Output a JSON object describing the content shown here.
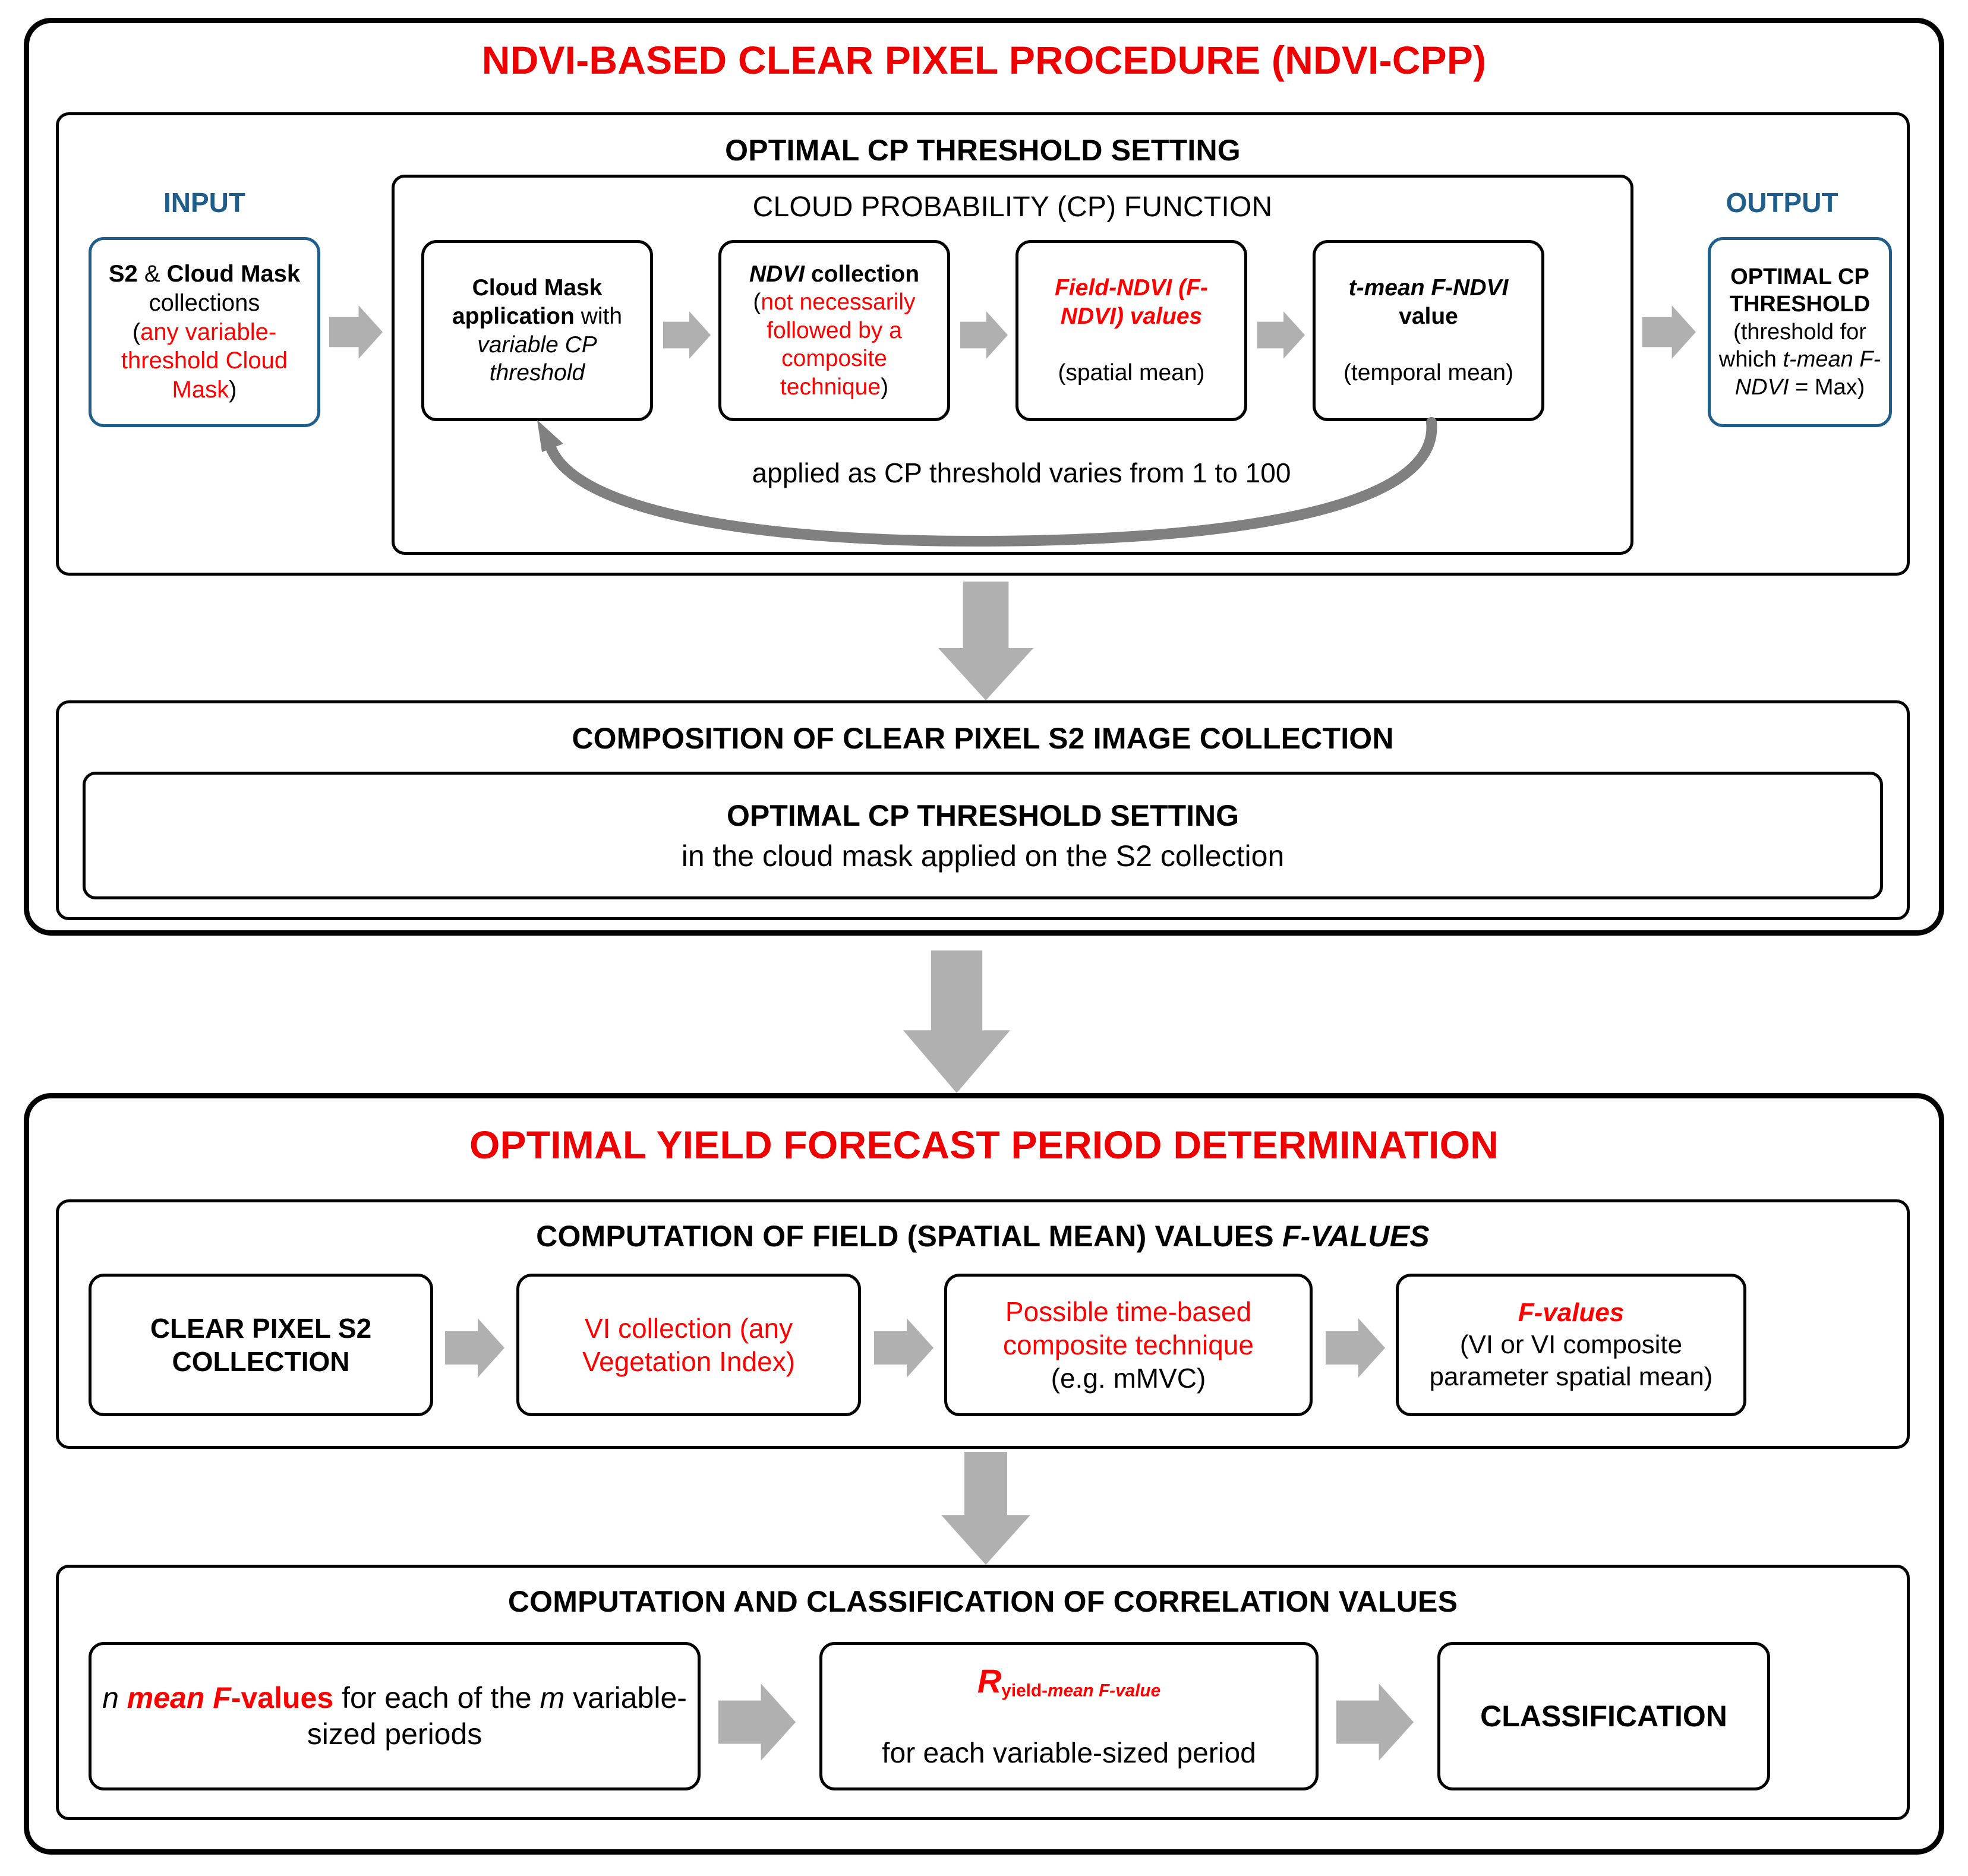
{
  "colors": {
    "accent_red": "#ff0000",
    "title_red": "#ee0000",
    "io_blue": "#1f5d8b",
    "arrow_gray": "#b0b0b0",
    "border_black": "#000000"
  },
  "top_panel": {
    "title": "NDVI-BASED CLEAR PIXEL PROCEDURE (NDVI-CPP)",
    "threshold_section": {
      "heading": "OPTIMAL CP THRESHOLD SETTING",
      "input_label": "INPUT",
      "output_label": "OUTPUT",
      "input_box": {
        "line1_bold": "S2",
        "line1_amp": " & ",
        "line1_bold2": "Cloud Mask",
        "line2": "collections",
        "line3_open": "(",
        "line3_red": "any variable-threshold Cloud Mask",
        "line3_close": ")"
      },
      "cp_function": {
        "heading": "CLOUD PROBABILITY (CP) FUNCTION",
        "steps": [
          {
            "bold1": "Cloud Mask application",
            "plain1": " with ",
            "italic1": "variable CP threshold"
          },
          {
            "bolditalic1": "NDVI",
            "bold1": " collection",
            "open": "(",
            "red": "not necessarily followed by a composite technique",
            "close": ")"
          },
          {
            "red_bolditalic": "Field-NDVI (F-NDVI) values",
            "plain": "(spatial mean)"
          },
          {
            "bolditalic": "t-mean F-NDVI",
            "bold": " value",
            "plain": "(temporal mean)"
          }
        ],
        "loop_label": "applied as CP threshold varies from 1 to 100"
      },
      "output_box": {
        "bold": "OPTIMAL CP THRESHOLD",
        "plain_open": "(threshold for which ",
        "italic": "t-mean F-NDVI",
        "plain_close": " = Max)"
      }
    },
    "composition_section": {
      "heading": "COMPOSITION OF CLEAR PIXEL S2 IMAGE COLLECTION",
      "inner_bold": "OPTIMAL CP THRESHOLD SETTING",
      "inner_plain": "in the cloud mask applied on the S2 collection"
    }
  },
  "bottom_panel": {
    "title": "OPTIMAL YIELD FORECAST PERIOD DETERMINATION",
    "fvalues_section": {
      "heading_plain": "COMPUTATION OF FIELD (SPATIAL MEAN) VALUES ",
      "heading_italic": "F-VALUES",
      "steps": [
        {
          "bold": "CLEAR PIXEL S2 COLLECTION"
        },
        {
          "red": "VI collection (any Vegetation Index)"
        },
        {
          "red": "Possible time-based composite technique",
          "plain": "(e.g. mMVC)"
        },
        {
          "red_bolditalic": "F-values",
          "plain": "(VI or VI composite parameter spatial mean)"
        }
      ]
    },
    "correlation_section": {
      "heading": "COMPUTATION AND CLASSIFICATION OF CORRELATION VALUES",
      "steps": [
        {
          "italic_n": "n",
          "red_bolditalic": " mean F",
          "red_bold": "-values",
          "plain_mid": " for each of the ",
          "italic_m": "m",
          "plain_end": " variable-sized periods"
        },
        {
          "red_R": "R",
          "red_sub_plain": "yield-",
          "red_sub_italic": "mean F-value",
          "plain": "for each variable-sized period"
        },
        {
          "bold": "CLASSIFICATION"
        }
      ]
    }
  },
  "arrows": {
    "between_threshold_and_composition": "down-arrow",
    "between_panels": "down-arrow",
    "between_fvalues_and_correlation": "down-arrow",
    "chevron": "right-chevron-arrow",
    "feedback_loop": "curved-loop-arrow"
  }
}
